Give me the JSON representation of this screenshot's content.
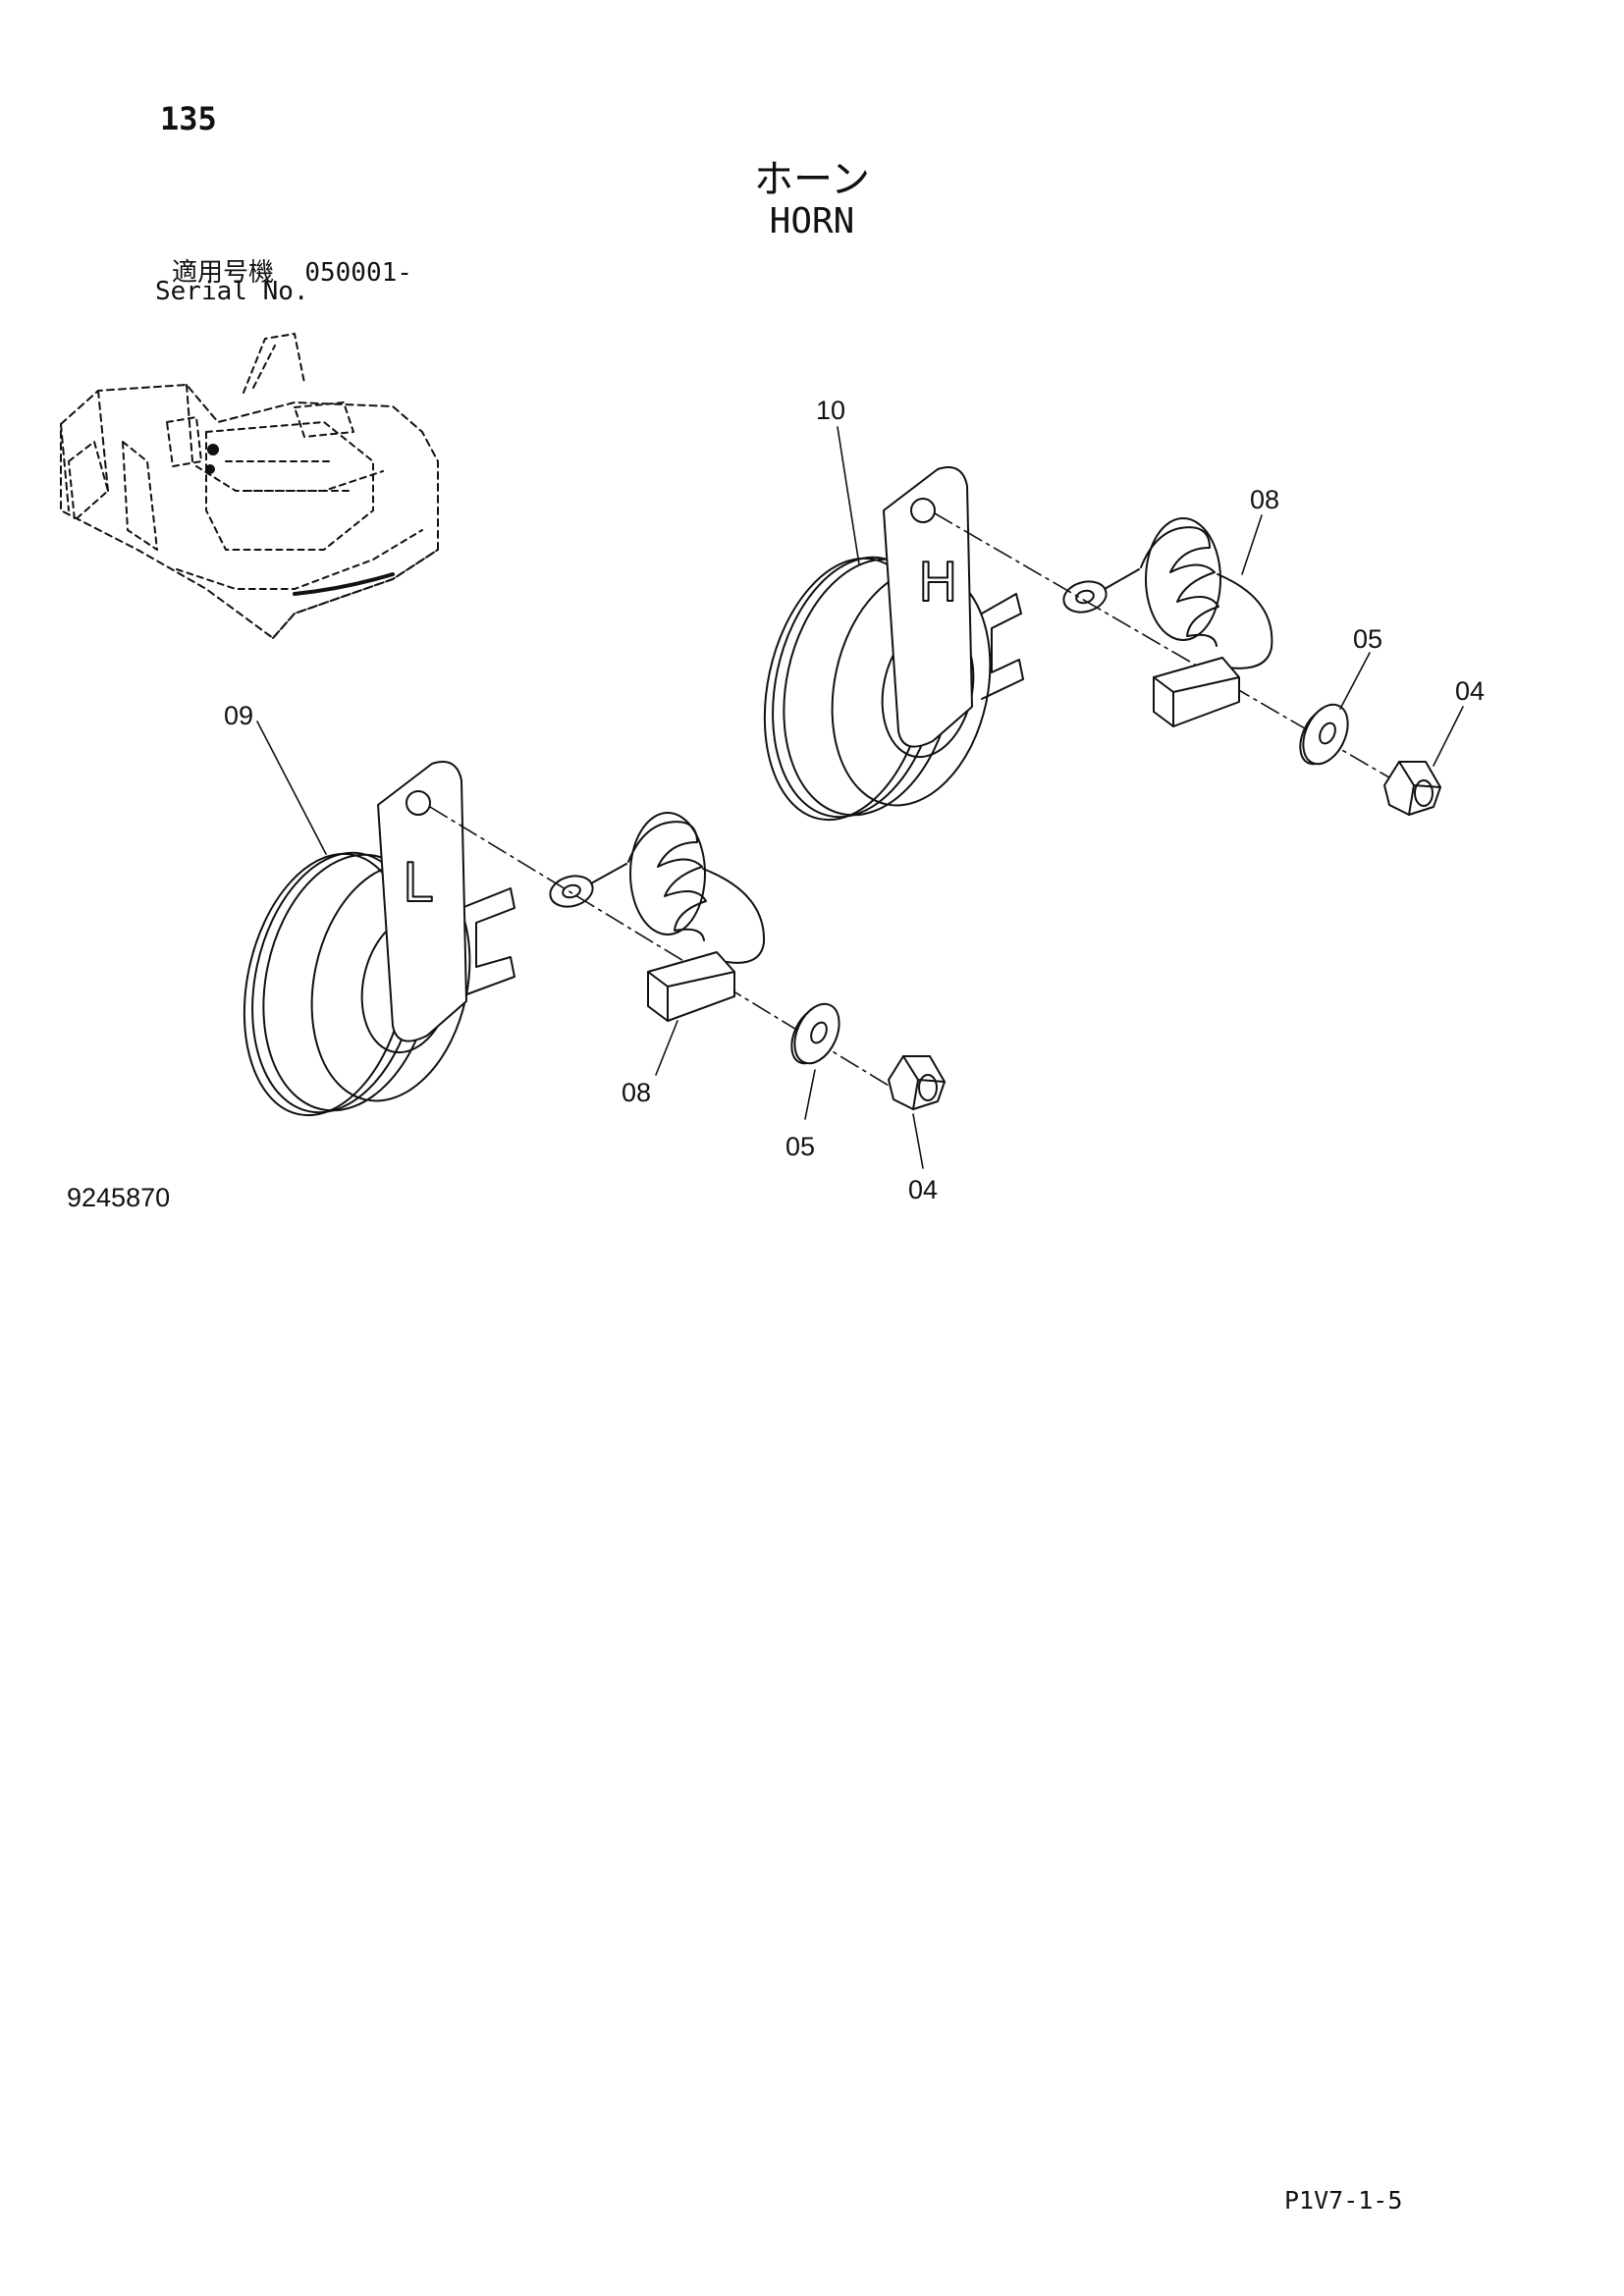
{
  "header": {
    "page_number": "135",
    "title_jp": "ホーン",
    "title_en": "HORN",
    "serial_label_jp": "適用号機",
    "serial_range": "050001-",
    "serial_label_en": "Serial No."
  },
  "callouts": {
    "upper_horn": "10",
    "upper_connector": "08",
    "upper_washer": "05",
    "upper_nut": "04",
    "lower_horn": "09",
    "lower_connector": "08",
    "lower_washer": "05",
    "lower_nut": "04"
  },
  "horn_marks": {
    "upper": "H",
    "lower": "L"
  },
  "footer": {
    "drawing_number": "9245870",
    "page_code": "P1V7-1-5"
  },
  "icons": [
    "excavator-location-icon",
    "horn-icon",
    "nut-icon",
    "washer-icon",
    "connector-icon"
  ]
}
